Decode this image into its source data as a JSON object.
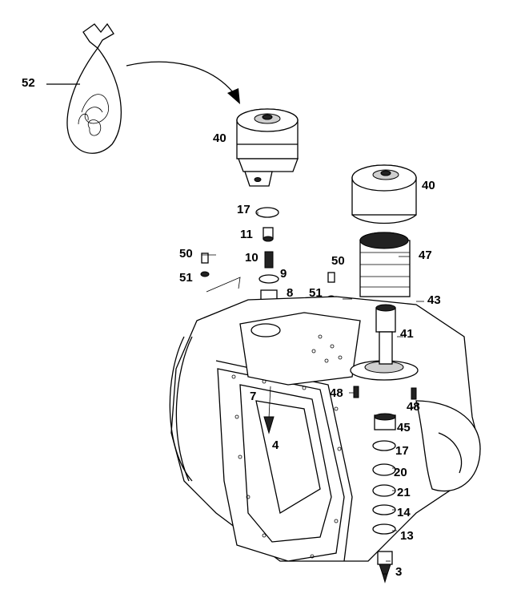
{
  "callouts": {
    "c52": "52",
    "c40a": "40",
    "c40b": "40",
    "c17a": "17",
    "c11": "11",
    "c50a": "50",
    "c10": "10",
    "c9": "9",
    "c50b": "50",
    "c47": "47",
    "c51a": "51",
    "c8": "8",
    "c51b": "51",
    "c43": "43",
    "c41": "41",
    "c7": "7",
    "c48a": "48",
    "c48b": "48",
    "c45": "45",
    "c4": "4",
    "c17b": "17",
    "c20": "20",
    "c21": "21",
    "c14": "14",
    "c13": "13",
    "c3": "3"
  },
  "colors": {
    "line": "#000000",
    "background": "#ffffff",
    "ghost": "#8a8a8a"
  }
}
